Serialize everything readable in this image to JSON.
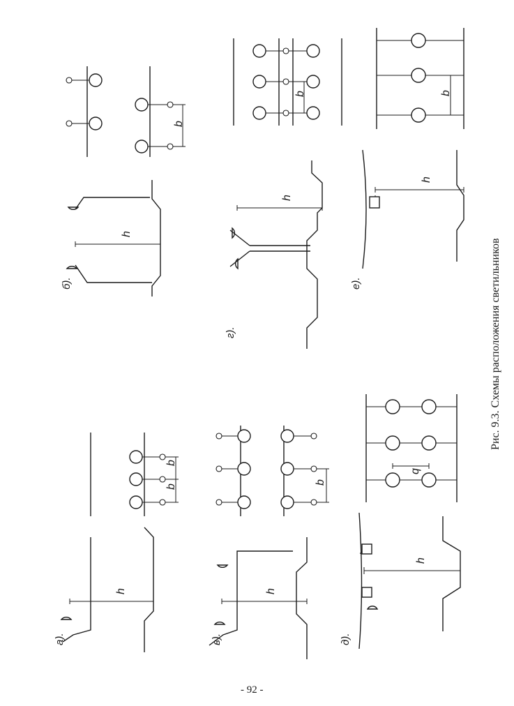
{
  "caption": "Рис. 9.3. Схемы расположения светильников",
  "page_number": "- 92 -",
  "panels": [
    {
      "label": "а).",
      "height_mark": "h",
      "spacing_marks": [
        "b",
        "b"
      ]
    },
    {
      "label": "б).",
      "height_mark": "h",
      "spacing_marks": [
        "b"
      ]
    },
    {
      "label": "в).",
      "height_mark": "h",
      "spacing_marks": [
        "b"
      ]
    },
    {
      "label": "г).",
      "height_mark": "h",
      "spacing_marks": [
        "b"
      ]
    },
    {
      "label": "д).",
      "height_mark": "h",
      "spacing_marks": [
        "q"
      ]
    },
    {
      "label": "е).",
      "height_mark": "h",
      "spacing_marks": [
        "b"
      ]
    }
  ]
}
